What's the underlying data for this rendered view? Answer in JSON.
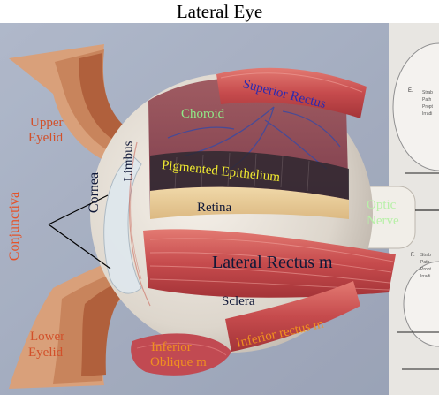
{
  "title": "Lateral Eye",
  "labels": {
    "upper_eyelid_1": "Upper",
    "upper_eyelid_2": "Eyelid",
    "conjunctiva": "Conjunctiva",
    "cornea": "Cornea",
    "limbus": "Limbus",
    "superior_rectus": "Superior Rectus",
    "choroid": "Choroid",
    "pigmented_epithelium": "Pigmented Epithelium",
    "retina": "Retina",
    "optic_nerve_1": "Optic",
    "optic_nerve_2": "Nerve",
    "lateral_rectus": "Lateral Rectus m",
    "sclera": "Sclera",
    "inferior_rectus": "Inferior rectus m",
    "lower_eyelid_1": "Lower",
    "lower_eyelid_2": "Eyelid",
    "inferior_oblique_1": "Inferior",
    "inferior_oblique_2": "Oblique m"
  },
  "colors": {
    "eyelid_label": "#d2502a",
    "conjunctiva_label": "#e4532a",
    "dark_label": "#101838",
    "superior_rectus_label": "#2a2ab0",
    "choroid_label": "#90ec88",
    "epithelium_label": "#f0ea30",
    "optic_label": "#b8f0a8",
    "inferior_label": "#f09020"
  }
}
